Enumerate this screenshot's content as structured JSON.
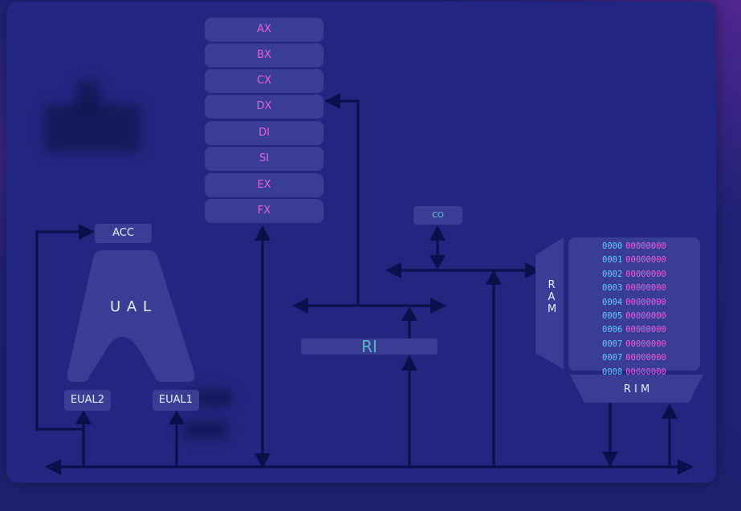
{
  "registers": [
    "AX",
    "BX",
    "CX",
    "DX",
    "DI",
    "SI",
    "EX",
    "FX"
  ],
  "acc_label": "ACC",
  "ual_label": "U A L",
  "eual2_label": "EUAL2",
  "eual1_label": "EUAL1",
  "co_label": "CO",
  "ri_label": "RI",
  "ram_label": [
    "R",
    "A",
    "M"
  ],
  "rim_label": "R I M",
  "ram_rows": [
    {
      "addr": "0000",
      "value": "00000000"
    },
    {
      "addr": "0001",
      "value": "00000000"
    },
    {
      "addr": "0002",
      "value": "00000000"
    },
    {
      "addr": "0003",
      "value": "00000000"
    },
    {
      "addr": "0004",
      "value": "00000000"
    },
    {
      "addr": "0005",
      "value": "00000000"
    },
    {
      "addr": "0006",
      "value": "00000000"
    },
    {
      "addr": "0007",
      "value": "00000000"
    },
    {
      "addr": "0007",
      "value": "00000000"
    },
    {
      "addr": "0008",
      "value": "00000000"
    }
  ],
  "colors": {
    "register_text": "#e463e0",
    "ri_text": "#58b4c8",
    "co_text": "#6fc9d9",
    "address_text": "#5ad0ff",
    "wire": "#0b0f4c",
    "block": "#393d94"
  }
}
